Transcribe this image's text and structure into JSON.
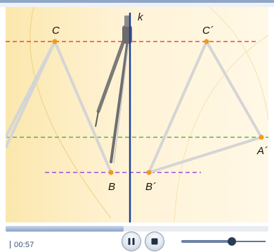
{
  "geometry": {
    "axis_label": "k",
    "points": {
      "C": "C",
      "C_prime": "C´",
      "B": "B",
      "B_prime": "B´",
      "A_prime": "A´"
    }
  },
  "player": {
    "time": "00:57",
    "progress": 0.45,
    "volume": 0.6,
    "pause_label": "pause",
    "stop_label": "stop"
  },
  "colors": {
    "axis": "#1a3c9c",
    "red_line": "#e12a2a",
    "green_line": "#3da53d",
    "purple_line": "#8a2be2",
    "point": "#f09a1a",
    "triangle": "#d2d2d2",
    "background": "#fdf0c7"
  }
}
